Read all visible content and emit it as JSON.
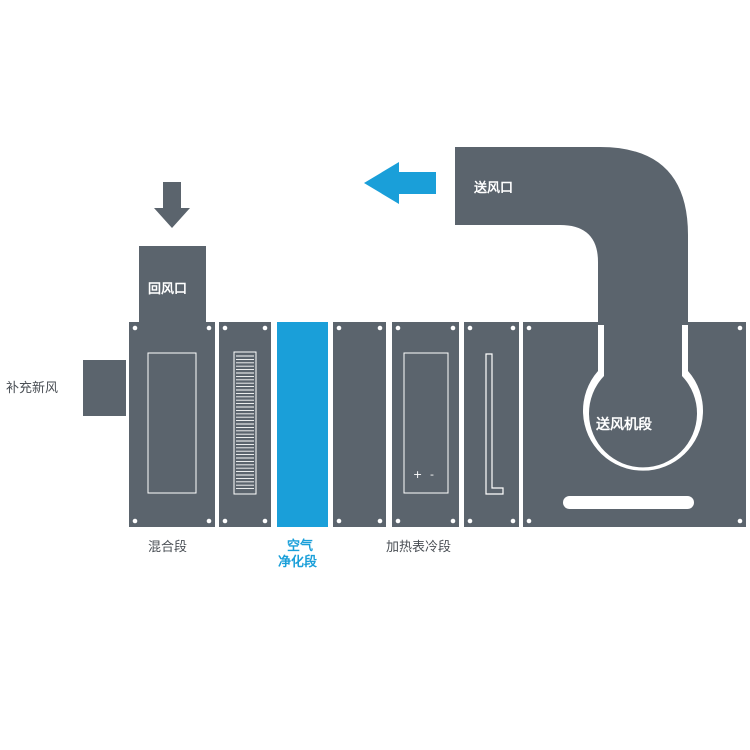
{
  "colors": {
    "unit": "#5b646d",
    "accent": "#1a9fd9",
    "text": "#4a4f55",
    "inner": "#ffffff"
  },
  "labels": {
    "supply_outlet": "送风口",
    "return_inlet": "回风口",
    "fresh_air": "补充新风",
    "mixing_section": "混合段",
    "purification_line1": "空气",
    "purification_line2": "净化段",
    "heat_cool_section": "加热表冷段",
    "fan_section": "送风机段",
    "heat_cool_plus": "+",
    "heat_cool_minus": "-"
  },
  "icons": {
    "return_arrow": "arrow-down-icon",
    "supply_arrow": "arrow-left-icon"
  }
}
